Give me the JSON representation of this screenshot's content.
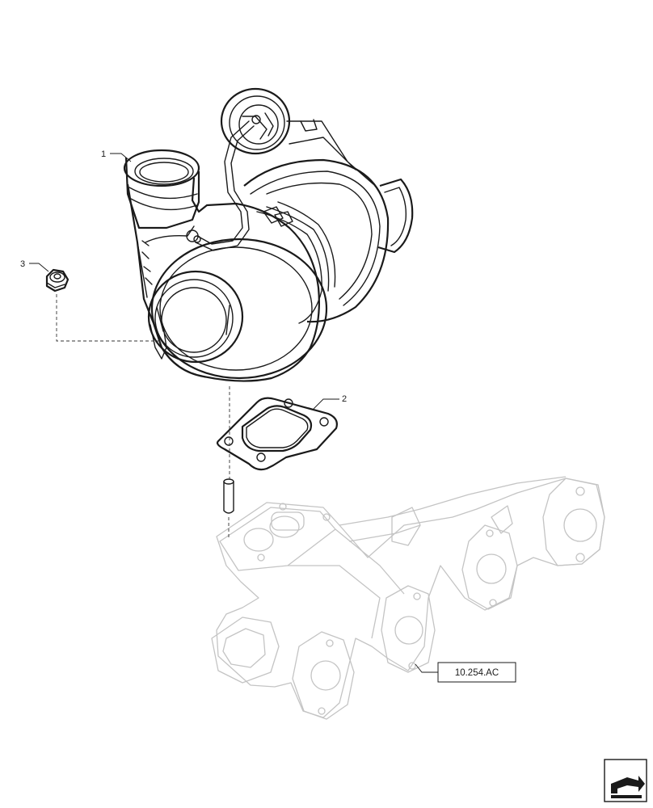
{
  "callouts": {
    "turbocharger": "1",
    "gasket": "2",
    "nut": "3"
  },
  "reference": {
    "label": "10.254.AC"
  },
  "corner_icon": "page-turn-icon",
  "colors": {
    "ink": "#1a1a1a",
    "ghost": "#c4c4c4"
  }
}
